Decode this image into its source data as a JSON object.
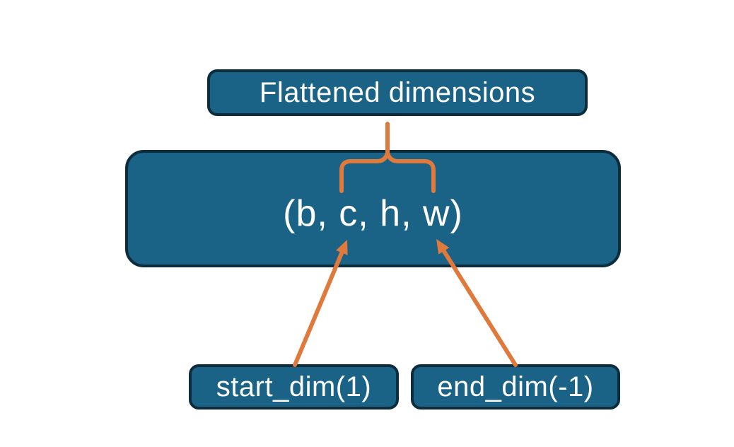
{
  "diagram": {
    "nodes": {
      "flattened": {
        "label": "Flattened dimensions"
      },
      "shape": {
        "label": "(b, c, h, w)"
      },
      "start_dim": {
        "label": "start_dim(1)"
      },
      "end_dim": {
        "label": "end_dim(-1)"
      }
    },
    "colors": {
      "box_fill": "#1a6286",
      "box_border": "#0d2c3c",
      "accent_orange": "#e0793c",
      "label_text": "#ffffff",
      "background": "#ffffff"
    }
  }
}
